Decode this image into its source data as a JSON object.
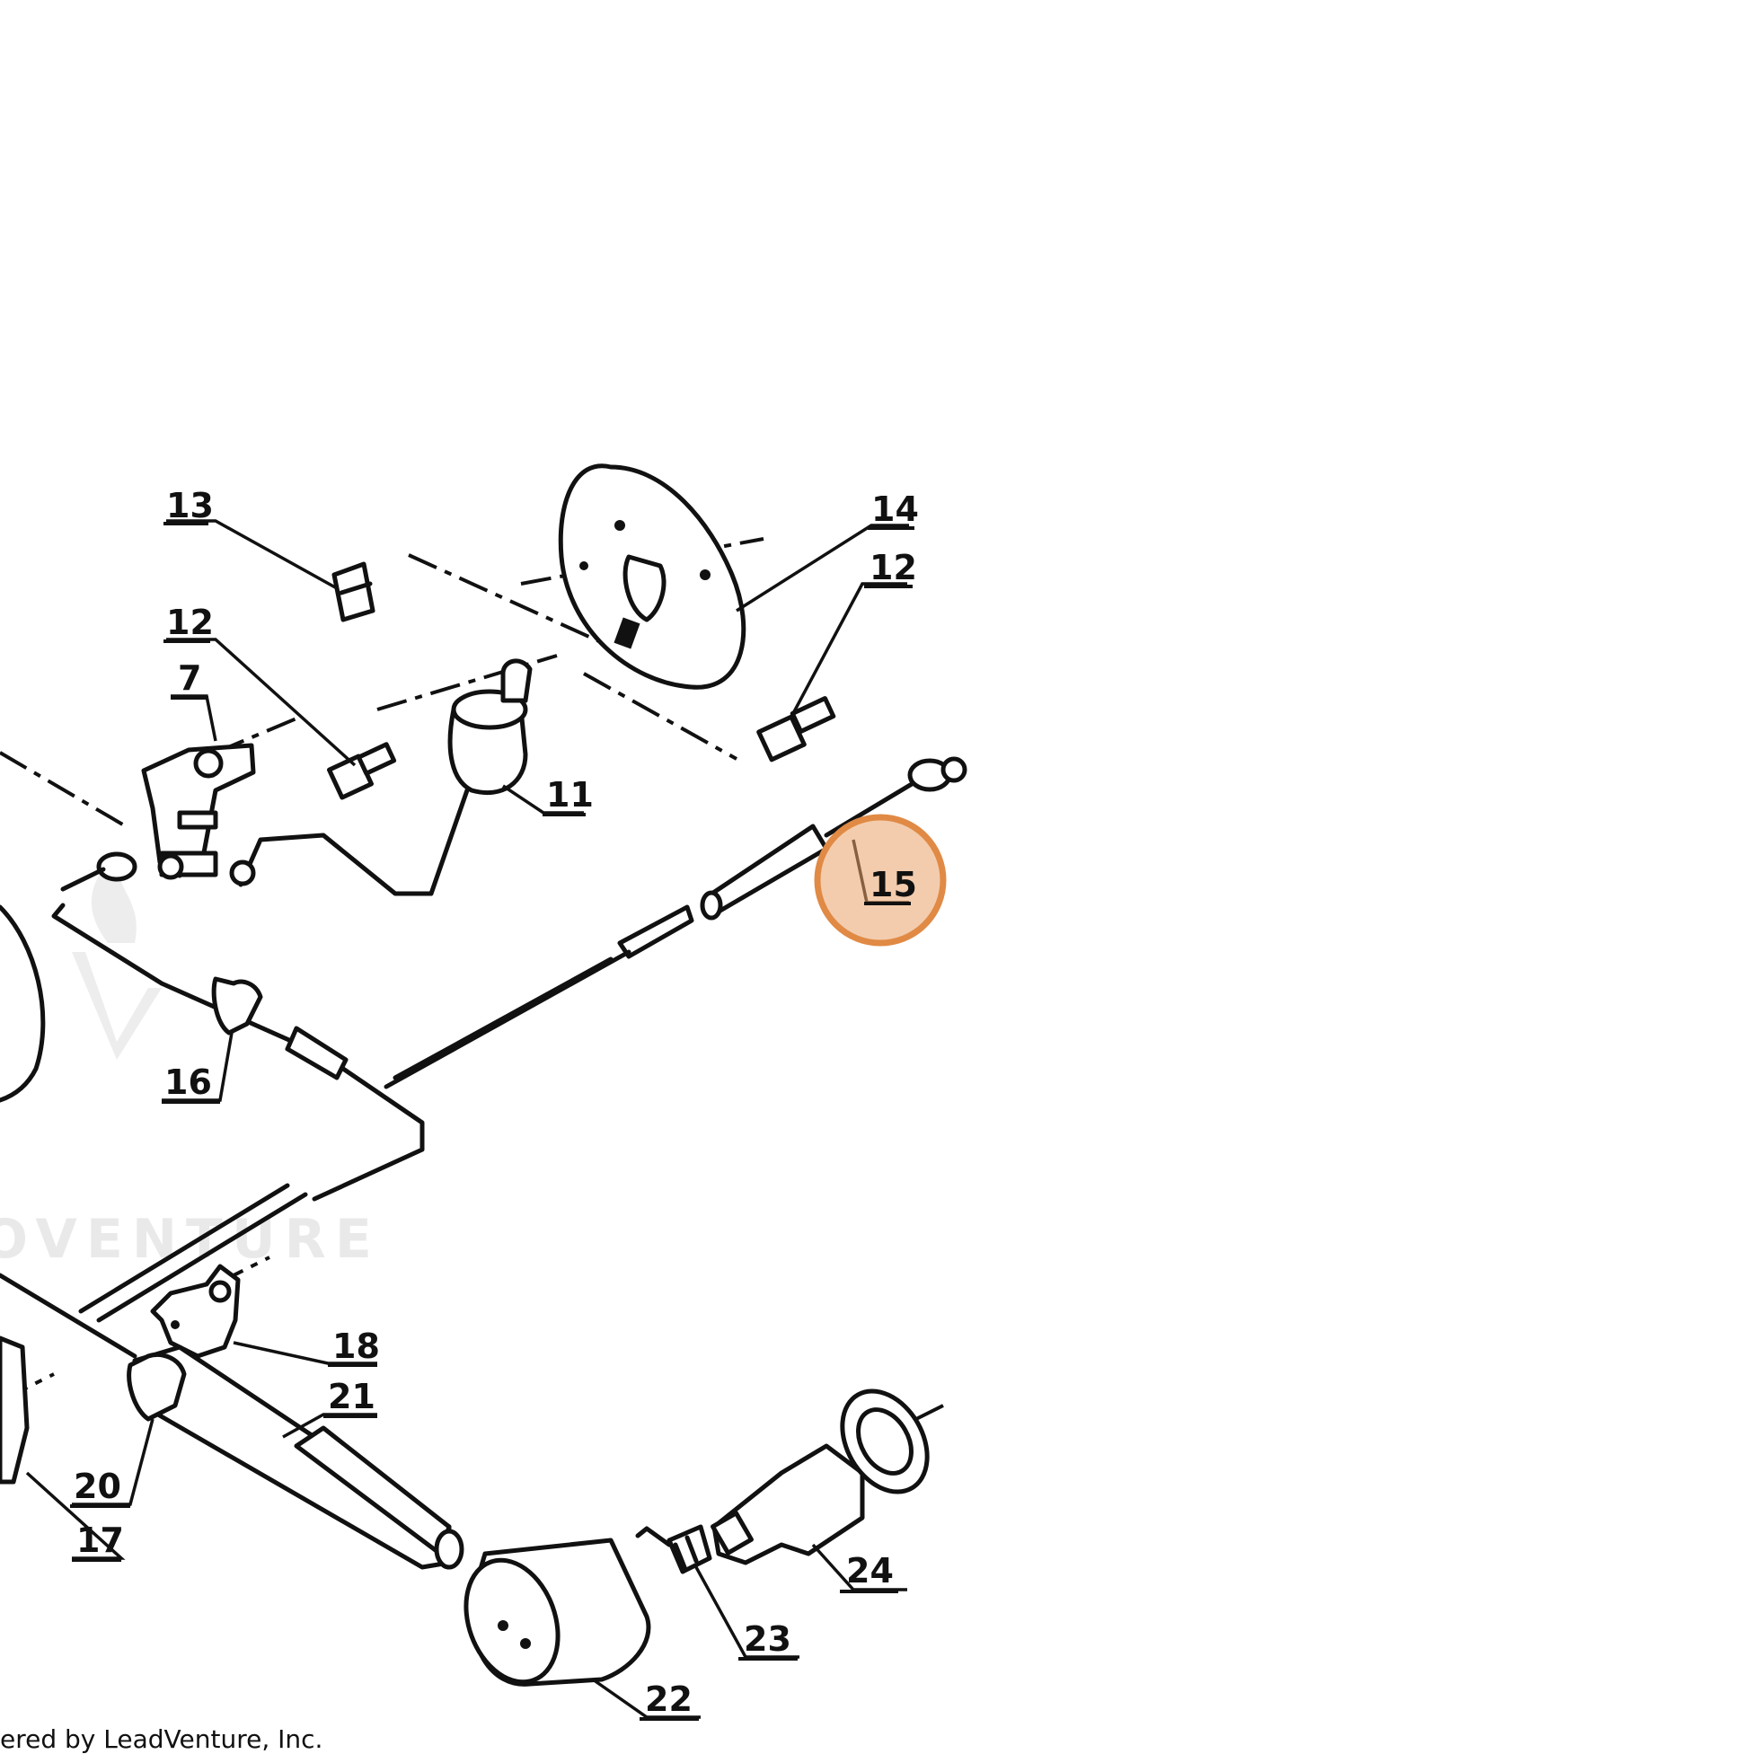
{
  "watermark": {
    "text": "OVENTURE"
  },
  "footer": {
    "text": "ered by LeadVenture, Inc."
  },
  "highlight": {
    "callout": "15",
    "color": "#e9a36a"
  },
  "callouts": [
    {
      "id": "c13",
      "label": "13"
    },
    {
      "id": "c14",
      "label": "14"
    },
    {
      "id": "c12a",
      "label": "12"
    },
    {
      "id": "c12b",
      "label": "12"
    },
    {
      "id": "c7",
      "label": "7"
    },
    {
      "id": "c11",
      "label": "11"
    },
    {
      "id": "c15",
      "label": "15"
    },
    {
      "id": "c16",
      "label": "16"
    },
    {
      "id": "c18",
      "label": "18"
    },
    {
      "id": "c21",
      "label": "21"
    },
    {
      "id": "c20",
      "label": "20"
    },
    {
      "id": "c17",
      "label": "17"
    },
    {
      "id": "c24",
      "label": "24"
    },
    {
      "id": "c23",
      "label": "23"
    },
    {
      "id": "c22",
      "label": "22"
    }
  ]
}
